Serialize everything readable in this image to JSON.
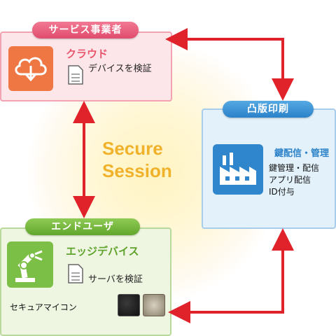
{
  "service_provider": {
    "header": "サービス事業者",
    "cloud_title": "クラウド",
    "verify_device": "デバイスを検証"
  },
  "toppan": {
    "header": "凸版印刷",
    "key_title": "鍵配信・管理",
    "items": [
      "鍵管理・配信",
      "アプリ配信",
      "ID付与"
    ]
  },
  "end_user": {
    "header": "エンドユーザ",
    "edge_title": "エッジデバイス",
    "verify_server": "サーバを検証",
    "secure_mcu": "セキュアマイコン"
  },
  "center": {
    "line1": "Secure",
    "line2": "Session"
  },
  "colors": {
    "arrow": "#e0232b",
    "service_accent": "#e04b6c",
    "toppan_accent": "#2c82c9",
    "user_accent": "#62a62c",
    "secure_text": "#f0b22a"
  },
  "icons": [
    "cloud-download-icon",
    "document-icon",
    "factory-icon",
    "robot-arm-icon",
    "chip-icon"
  ]
}
